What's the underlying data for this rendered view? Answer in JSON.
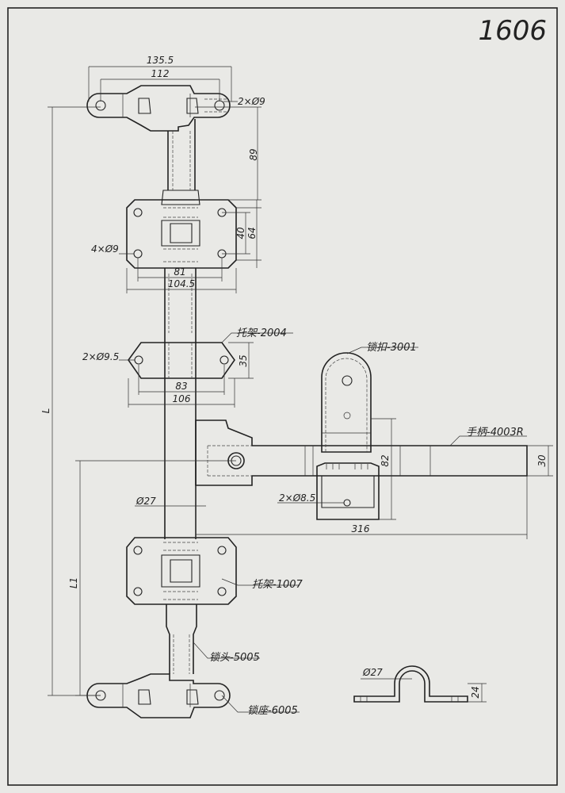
{
  "sheet": {
    "number": "1606"
  },
  "dimensions": {
    "d1355": "135.5",
    "d112": "112",
    "hole_top": "2×Ø9",
    "d89": "89",
    "d40": "40",
    "d64": "64",
    "holes_4": "4×Ø9",
    "d81": "81",
    "d1045": "104.5",
    "holes_95": "2×Ø9.5",
    "d35": "35",
    "d83": "83",
    "d106": "106",
    "d82": "82",
    "d30": "30",
    "holes_85": "2×Ø8.5",
    "d316": "316",
    "dia_rod": "Ø27",
    "L": "L",
    "L1": "L1",
    "dia_clamp": "Ø27",
    "d24": "24"
  },
  "parts": {
    "bracket_2004": "托架-2004",
    "hasp_3001": "锁扣-3001",
    "handle_4003r": "手柄-4003R",
    "bracket_1007": "托架-1007",
    "lock_head_5005": "锁头-5005",
    "lock_seat_6005": "锁座-6005"
  }
}
